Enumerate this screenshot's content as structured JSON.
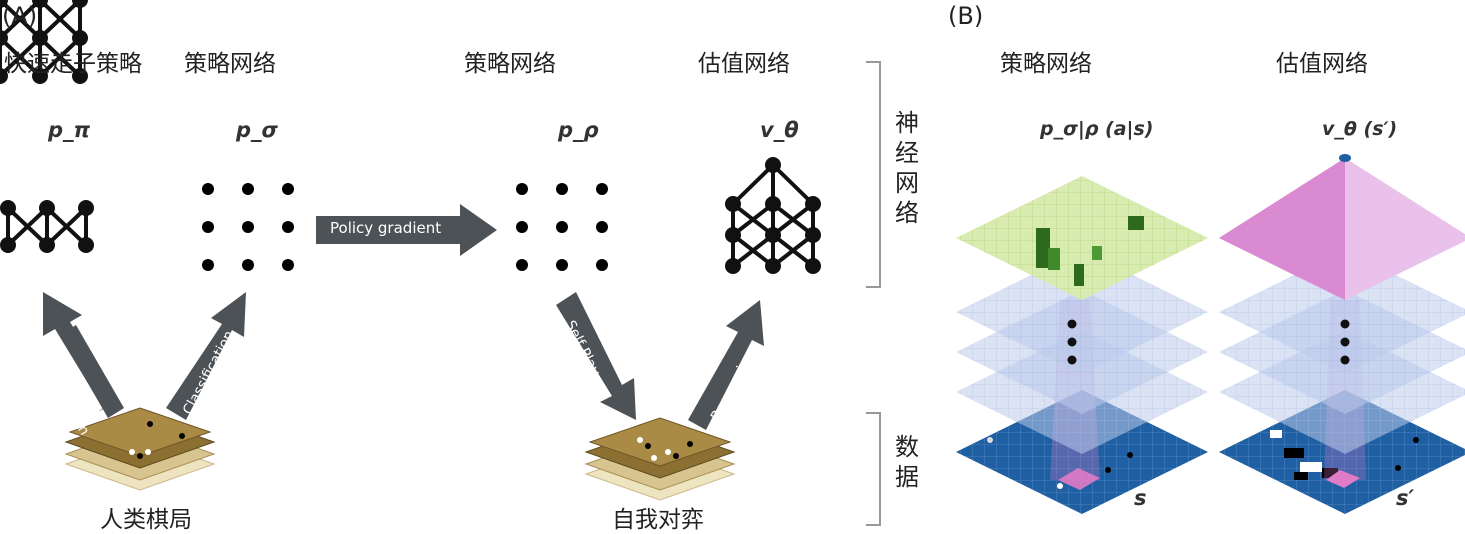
{
  "panel_a": {
    "label": "(A)",
    "headers": [
      "快速走子策略",
      "策略网络",
      "策略网络",
      "估值网络"
    ],
    "symbols": [
      "p_π",
      "p_σ",
      "p_ρ",
      "v_θ"
    ],
    "arrows": {
      "policy_gradient": "Policy gradient",
      "classification_left": "Classification",
      "classification_right": "Classification",
      "self_play": "Self Play",
      "regression": "Regression"
    },
    "data_labels": [
      "人类棋局",
      "自我对弈"
    ]
  },
  "side": {
    "neural_label": "神经网络",
    "data_label": "数据"
  },
  "panel_b": {
    "label": "(B)",
    "headers": [
      "策略网络",
      "估值网络"
    ],
    "formulas": [
      "p_σ|ρ (a|s)",
      "v_θ (s′)"
    ],
    "state_labels": [
      "s",
      "s′"
    ]
  },
  "colors": {
    "arrow": "#4d5257",
    "board_blue": "#1f5fa3",
    "policy_top": "#d8ecb1",
    "value_top": "#d98ad0"
  }
}
